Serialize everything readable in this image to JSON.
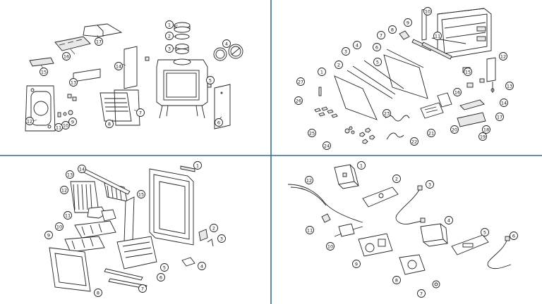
{
  "divider_color": "#2f6f9e",
  "panels": {
    "top_left": {
      "name": "stove-exploded-view",
      "labels": [
        "1",
        "2",
        "3",
        "4",
        "5",
        "6",
        "7",
        "8",
        "9",
        "10",
        "11",
        "12",
        "13",
        "14",
        "15",
        "16",
        "17"
      ]
    },
    "top_right": {
      "name": "insert-fire-exploded-view",
      "labels": [
        "1",
        "2",
        "3",
        "4",
        "5",
        "6",
        "7",
        "8",
        "9",
        "10",
        "11",
        "12",
        "13",
        "14",
        "15",
        "16",
        "17",
        "18",
        "19",
        "20",
        "21",
        "22",
        "23",
        "24",
        "25",
        "26",
        "27"
      ]
    },
    "bottom_left": {
      "name": "cassette-fire-exploded-view",
      "labels": [
        "1",
        "2",
        "3",
        "4",
        "5",
        "6",
        "7",
        "8",
        "9",
        "10",
        "11",
        "12",
        "13",
        "14",
        "15"
      ]
    },
    "bottom_right": {
      "name": "gas-control-components",
      "labels": [
        "1",
        "2",
        "3",
        "4",
        "5",
        "6",
        "7",
        "8",
        "9",
        "10",
        "11",
        "12"
      ]
    }
  }
}
